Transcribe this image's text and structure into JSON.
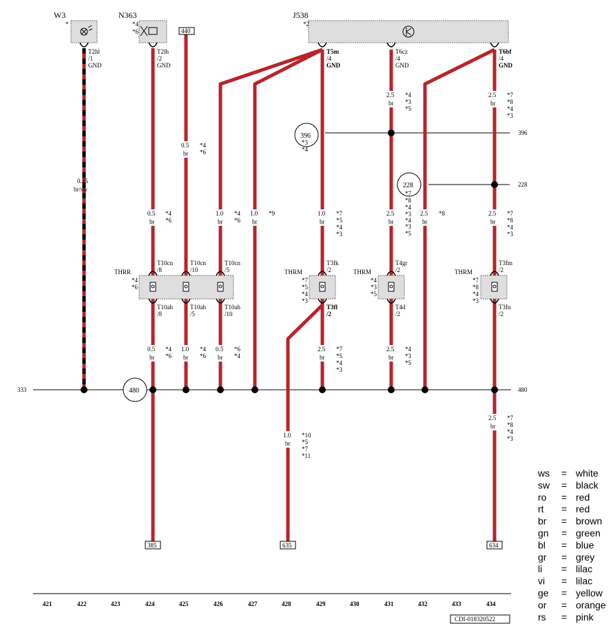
{
  "components": {
    "w3": {
      "name": "W3",
      "mark": "*",
      "pin": "T2hl",
      "pin_no": "/1",
      "gnd": "GND",
      "wire_size": "0.35",
      "wire_color": "br/sw"
    },
    "n363": {
      "name": "N363",
      "marks": [
        "*4",
        "*6"
      ],
      "pin": "T2lh",
      "pin_no": "/2",
      "gnd": "GND"
    },
    "j538": {
      "name": "J538",
      "mark": "*2"
    }
  },
  "j538_pins": [
    {
      "pin": "T5m",
      "no": "/4",
      "gnd": "GND"
    },
    {
      "pin": "T6cz",
      "no": "/4",
      "gnd": "GND"
    },
    {
      "pin": "T6bf",
      "no": "/4",
      "gnd": "GND"
    }
  ],
  "ref_boxes": {
    "top": "440",
    "bottom_424": "385",
    "bottom_428": "635",
    "bottom_434": "634"
  },
  "circles": {
    "c396": "396",
    "c396_notes": [
      "*3",
      "*4"
    ],
    "c228": "228",
    "c228_notes": [
      "*7",
      "*8",
      "*4",
      "*3",
      "*4",
      "*3",
      "*5"
    ],
    "c480": "480"
  },
  "rails": {
    "r396": "396",
    "r228": "228",
    "r480_left": "333",
    "r480_right": "480"
  },
  "wire_labels": [
    {
      "size": "0.5",
      "color": "br",
      "notes": [
        "*4",
        "*6"
      ]
    },
    {
      "size": "2.5",
      "color": "br",
      "notes": [
        "*4",
        "*3",
        "*5"
      ]
    },
    {
      "size": "2.5",
      "color": "br",
      "notes": [
        "*7",
        "*8",
        "*4",
        "*3"
      ]
    },
    {
      "size": "0.5",
      "color": "br",
      "notes": [
        "*4",
        "*6"
      ]
    },
    {
      "size": "1.0",
      "color": "br",
      "notes": [
        "*4",
        "*6"
      ]
    },
    {
      "size": "1.0",
      "color": "br",
      "notes": [
        "*9"
      ]
    },
    {
      "size": "1.0",
      "color": "br",
      "notes": [
        "*7",
        "*5",
        "*4",
        "*3"
      ]
    },
    {
      "size": "2.5",
      "color": "br",
      "notes": [
        "*8"
      ]
    },
    {
      "size": "2.5",
      "color": "br",
      "notes": [
        "*7",
        "*8",
        "*4",
        "*3"
      ]
    },
    {
      "size": "0.5",
      "color": "br",
      "notes": [
        "*4",
        "*6"
      ]
    },
    {
      "size": "1.0",
      "color": "br",
      "notes": [
        "*4",
        "*6"
      ]
    },
    {
      "size": "0.5",
      "color": "br",
      "notes": [
        "*6",
        "*4"
      ]
    },
    {
      "size": "2.5",
      "color": "br",
      "notes": [
        "*7",
        "*5",
        "*4",
        "*3"
      ]
    },
    {
      "size": "2.5",
      "color": "br",
      "notes": [
        "*4",
        "*3",
        "*5"
      ]
    },
    {
      "size": "2.5",
      "color": "br",
      "notes": [
        "*7",
        "*8",
        "*4",
        "*3"
      ]
    },
    {
      "size": "2.5",
      "color": "br",
      "notes": []
    },
    {
      "size": "1.0",
      "color": "br",
      "notes": [
        "*10",
        "*5",
        "*7",
        "*11"
      ]
    }
  ],
  "connectors": {
    "thrr": {
      "label": "THRR",
      "marks": [
        "*4",
        "*6"
      ],
      "top": [
        {
          "pin": "T10cn",
          "no": "/8"
        },
        {
          "pin": "T10cn",
          "no": "/10"
        },
        {
          "pin": "T10cn",
          "no": "/5"
        }
      ],
      "bottom": [
        {
          "pin": "T10ah",
          "no": "/8"
        },
        {
          "pin": "T10ah",
          "no": "/5"
        },
        {
          "pin": "T10ah",
          "no": "/10"
        }
      ]
    },
    "thrm1": {
      "label": "THRM",
      "marks": [
        "*7",
        "*5",
        "*4",
        "*3"
      ],
      "top": {
        "pin": "T3fk",
        "no": "/2"
      },
      "bottom": {
        "pin": "T3fl",
        "no": "/2"
      }
    },
    "thrm2": {
      "label": "THRM",
      "marks": [
        "*4",
        "*3",
        "*5"
      ],
      "top": {
        "pin": "T4gr",
        "no": "/2"
      },
      "bottom": {
        "pin": "T4d",
        "no": "/2"
      }
    },
    "thrm3": {
      "label": "THRM",
      "marks": [
        "*7",
        "*8",
        "*4",
        "*3"
      ],
      "top": {
        "pin": "T3fm",
        "no": "/2"
      },
      "bottom": {
        "pin": "T3fn",
        "no": "/2"
      }
    }
  },
  "columns": [
    "421",
    "422",
    "423",
    "424",
    "425",
    "426",
    "427",
    "428",
    "429",
    "430",
    "431",
    "432",
    "433",
    "434"
  ],
  "footer_code": "CDI-018320522",
  "legend": [
    {
      "abbr": "ws",
      "eq": "=",
      "name": "white"
    },
    {
      "abbr": "sw",
      "eq": "=",
      "name": "black"
    },
    {
      "abbr": "ro",
      "eq": "=",
      "name": "red"
    },
    {
      "abbr": "rt",
      "eq": "=",
      "name": "red"
    },
    {
      "abbr": "br",
      "eq": "=",
      "name": "brown"
    },
    {
      "abbr": "gn",
      "eq": "=",
      "name": "green"
    },
    {
      "abbr": "bl",
      "eq": "=",
      "name": "blue"
    },
    {
      "abbr": "gr",
      "eq": "=",
      "name": "grey"
    },
    {
      "abbr": "li",
      "eq": "=",
      "name": "lilac"
    },
    {
      "abbr": "vi",
      "eq": "=",
      "name": "lilac"
    },
    {
      "abbr": "ge",
      "eq": "=",
      "name": "yellow"
    },
    {
      "abbr": "or",
      "eq": "=",
      "name": "orange"
    },
    {
      "abbr": "rs",
      "eq": "=",
      "name": "pink"
    }
  ],
  "colors": {
    "wire": "#b8242a",
    "box": "#dedede"
  }
}
